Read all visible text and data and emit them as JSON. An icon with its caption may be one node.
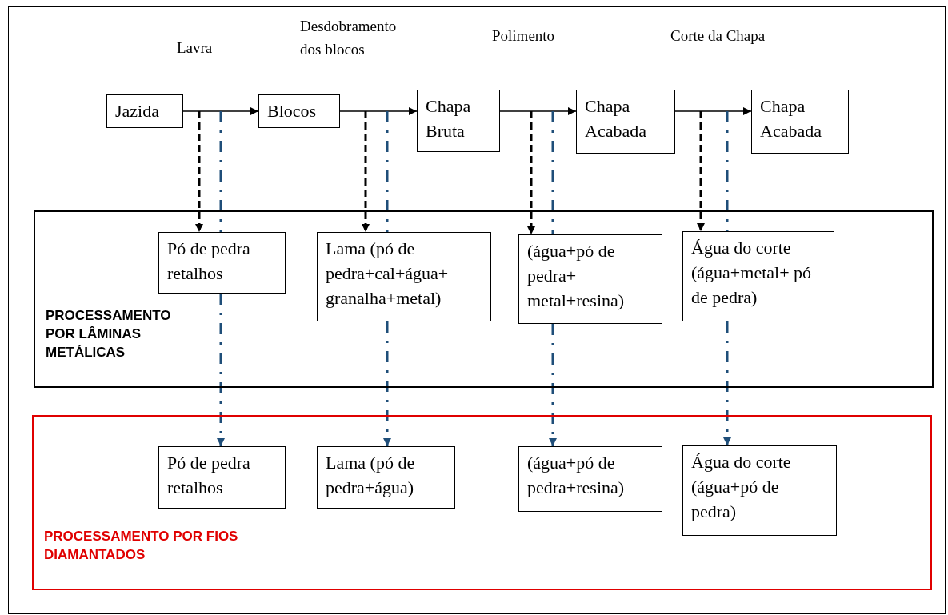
{
  "diagram": {
    "nodes": [
      {
        "text": [
          "Jazida"
        ]
      },
      {
        "text": [
          "Blocos"
        ]
      },
      {
        "text": [
          "Chapa Bruta"
        ]
      },
      {
        "text": [
          "Chapa Acabada"
        ]
      },
      {
        "text": [
          "Chapa Acabada"
        ]
      },
      {
        "text": [
          "PROCESSAMENTO POR LÂMINAS METÁLICAS"
        ]
      },
      {
        "text": [
          "Pó de pedra retalhos"
        ],
        "in": 5
      },
      {
        "text": [
          "Lama (pó de pedra+cal+água+ granalha+metal)"
        ],
        "in": 5
      },
      {
        "text": [
          "(água+pó de pedra+ metal+resina)"
        ],
        "in": 5
      },
      {
        "text": [
          "Água do corte (água+metal+ pó de pedra)"
        ],
        "in": 5
      },
      {
        "text": [
          "PROCESSAMENTO POR FIOS DIAMANTADOS"
        ]
      },
      {
        "text": [
          "Pó de pedra retalhos"
        ],
        "in": 10
      },
      {
        "text": [
          "Lama (pó de pedra+água)"
        ],
        "in": 10
      },
      {
        "text": [
          "(água+pó de pedra+resina)"
        ],
        "in": 10
      },
      {
        "text": [
          "Água do corte (água+pó de pedra)"
        ],
        "in": 10
      }
    ],
    "edges": [
      {
        "from": 0,
        "to": 1,
        "arrow": "to",
        "label": "Lavra"
      },
      {
        "from": 1,
        "to": 2,
        "arrow": "to",
        "label": "Desdobramento dos blocos"
      },
      {
        "from": 2,
        "to": 3,
        "arrow": "to",
        "label": "Polimento"
      },
      {
        "from": 3,
        "to": 4,
        "arrow": "to",
        "label": "Corte da Chapa"
      },
      {
        "from": null,
        "to": 6,
        "arrow": "to",
        "style": "dashed"
      },
      {
        "from": null,
        "to": 6,
        "arrow": "none",
        "style": "dashed",
        "color": "#1f4e79"
      },
      {
        "from": 6,
        "to": 11,
        "arrow": "to",
        "style": "dashed",
        "color": "#1f4e79"
      },
      {
        "from": null,
        "to": 7,
        "arrow": "to",
        "style": "dashed"
      },
      {
        "from": null,
        "to": 7,
        "arrow": "none",
        "style": "dashed",
        "color": "#1f4e79"
      },
      {
        "from": 7,
        "to": 12,
        "arrow": "to",
        "style": "dashed",
        "color": "#1f4e79"
      },
      {
        "from": null,
        "to": 8,
        "arrow": "to",
        "style": "dashed"
      },
      {
        "from": null,
        "to": 8,
        "arrow": "none",
        "style": "dashed",
        "color": "#1f4e79"
      },
      {
        "from": 8,
        "to": 13,
        "arrow": "to",
        "style": "dashed",
        "color": "#1f4e79"
      },
      {
        "from": null,
        "to": 9,
        "arrow": "to",
        "style": "dashed"
      },
      {
        "from": null,
        "to": 9,
        "arrow": "none",
        "style": "dashed",
        "color": "#1f4e79"
      },
      {
        "from": 9,
        "to": 14,
        "arrow": "to",
        "style": "dashed",
        "color": "#1f4e79"
      }
    ]
  }
}
